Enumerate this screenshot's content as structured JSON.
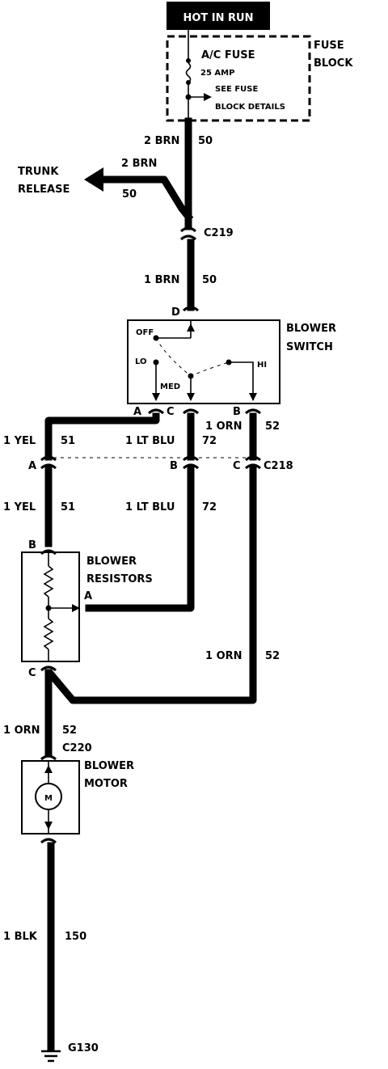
{
  "header": {
    "power": "HOT IN RUN"
  },
  "fuse_block": {
    "label_line1": "FUSE",
    "label_line2": "BLOCK",
    "fuse_name": "A/C FUSE",
    "fuse_rating": "25 AMP",
    "details_line1": "SEE FUSE",
    "details_line2": "BLOCK DETAILS"
  },
  "wires": {
    "fuse_out": {
      "gauge_color": "2 BRN",
      "circuit": "50"
    },
    "trunk_branch": {
      "gauge_color": "2 BRN",
      "circuit": "50",
      "destination_line1": "TRUNK",
      "destination_line2": "RELEASE"
    },
    "switch_feed": {
      "gauge_color": "1 BRN",
      "circuit": "50"
    },
    "yel": {
      "gauge_color": "1 YEL",
      "circuit": "51"
    },
    "ltblu": {
      "gauge_color": "1 LT BLU",
      "circuit": "72"
    },
    "orn": {
      "gauge_color": "1 ORN",
      "circuit": "52"
    },
    "ground": {
      "gauge_color": "1 BLK",
      "circuit": "150"
    }
  },
  "connectors": {
    "c219": "C219",
    "c218": "C218",
    "c220": "C220",
    "ground": "G130"
  },
  "pins": {
    "switch_d": "D",
    "switch_a": "A",
    "switch_c": "C",
    "switch_b": "B",
    "c218_a": "A",
    "c218_b": "B",
    "c218_c": "C",
    "res_b": "B",
    "res_a": "A",
    "res_c": "C"
  },
  "blower_switch": {
    "label_line1": "BLOWER",
    "label_line2": "SWITCH",
    "pos_off": "OFF",
    "pos_lo": "LO",
    "pos_med": "MED",
    "pos_hi": "HI"
  },
  "blower_resistors": {
    "label_line1": "BLOWER",
    "label_line2": "RESISTORS"
  },
  "blower_motor": {
    "label_line1": "BLOWER",
    "label_line2": "MOTOR",
    "symbol": "M"
  }
}
